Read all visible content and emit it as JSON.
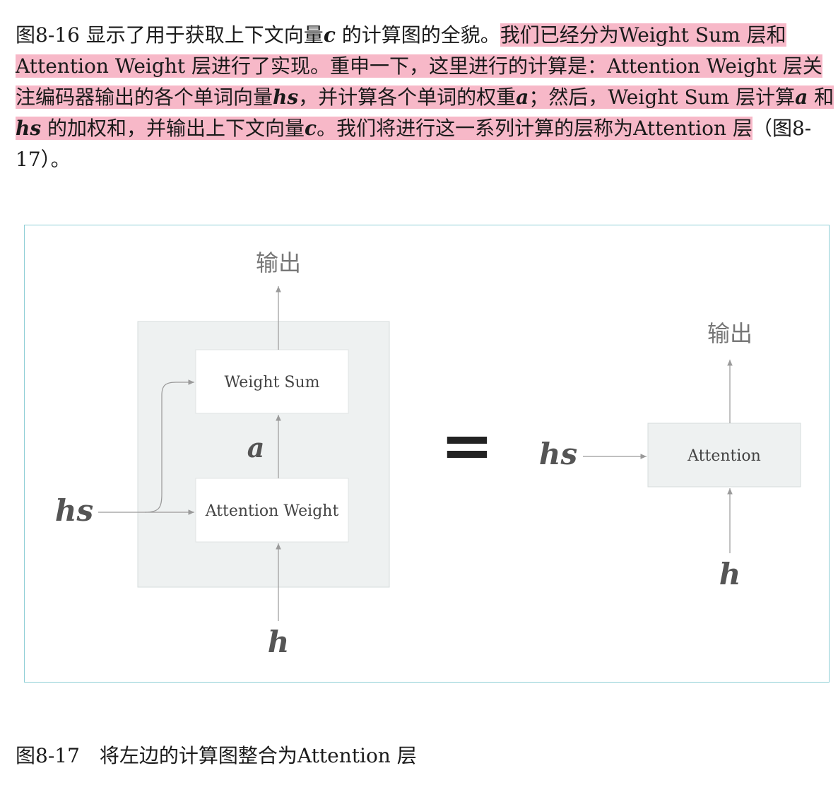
{
  "paragraph": {
    "part1": "图8-16 显示了用于获取上下文向量",
    "var_c1": "c",
    "part2": " 的计算图的全貌。",
    "hl1": "我们已经分为Weight Sum 层和Attention Weight 层进行了实现。重申一下，这里进行的计算是：Attention Weight 层关注编码器输出的各个单词向量",
    "var_hs1": "hs",
    "hl2": "，并计算各个单词的权重",
    "var_a1": "a",
    "hl3": "；然后，Weight Sum 层计算",
    "var_a2": "a",
    "hl4": " 和",
    "var_hs2": "hs",
    "hl5": " 的加权和，并输出上下文向量",
    "var_c2": "c",
    "hl6": "。我们将进行这一系列计算的层称为Attention 层",
    "part3": "（图8-17）。"
  },
  "diagram": {
    "left": {
      "output_label": "输出",
      "weight_sum_label": "Weight Sum",
      "attention_weight_label": "Attention Weight",
      "a_label": "a",
      "hs_label": "hs",
      "h_label": "h"
    },
    "equals": "=",
    "right": {
      "output_label": "输出",
      "attention_label": "Attention",
      "hs_label": "hs",
      "h_label": "h"
    }
  },
  "caption": "图8-17　将左边的计算图整合为Attention 层"
}
